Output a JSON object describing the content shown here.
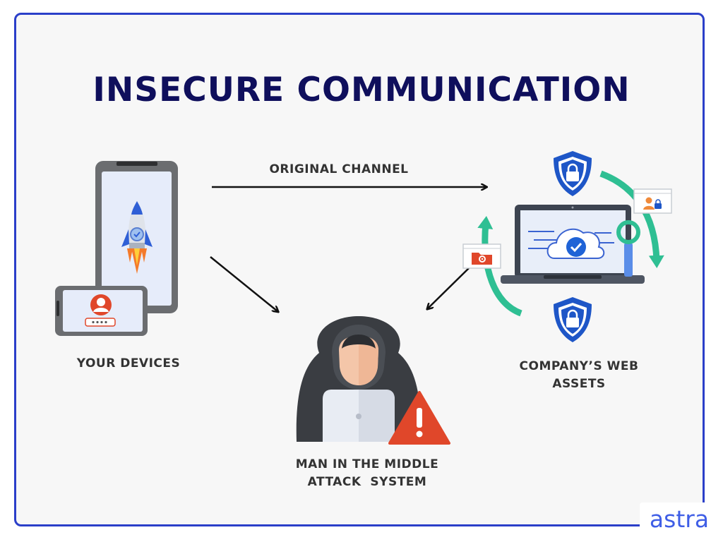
{
  "title": "INSECURE COMMUNICATION",
  "labels": {
    "original_channel": "ORIGINAL CHANNEL",
    "your_devices": "YOUR DEVICES",
    "company_assets_line1": "COMPANY’S WEB",
    "company_assets_line2": "ASSETS",
    "mitm_line1": "MAN IN THE MIDDLE",
    "mitm_line2": "ATTACK  SYSTEM"
  },
  "brand": "astra",
  "icons": {
    "phone": "smartphone-icon",
    "rocket": "rocket-icon",
    "tablet": "tablet-login-icon",
    "laptop": "laptop-icon",
    "cloud": "cloud-check-icon",
    "shield": "shield-lock-icon",
    "hacker": "hacker-icon",
    "warning": "warning-icon"
  },
  "colors": {
    "title": "#0f0f5c",
    "border": "#2b3fc9",
    "teal": "#2fbf93",
    "shield": "#1e56c7",
    "warning": "#e0472a",
    "brand": "#3f5ee6"
  }
}
